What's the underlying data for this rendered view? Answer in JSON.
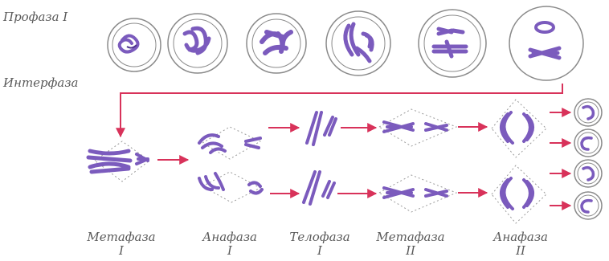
{
  "labels": {
    "prophase": "Профаза I",
    "interphase": "Интерфаза",
    "metaphase_1": "Метафаза",
    "metaphase_1_num": "I",
    "anaphase_1": "Анафаза",
    "anaphase_1_num": "I",
    "telophase_1": "Телофаза",
    "telophase_1_num": "I",
    "metaphase_2": "Метафаза",
    "metaphase_2_num": "II",
    "anaphase_2": "Анафаза",
    "anaphase_2_num": "II"
  },
  "colors": {
    "chromosome": "#7b5bbd",
    "chromosome_dark": "#4e3590",
    "arrow": "#d8325a",
    "cell_outline": "#8a8a8a",
    "spindle": "#9a9a9a",
    "text": "#5a5a5a"
  }
}
